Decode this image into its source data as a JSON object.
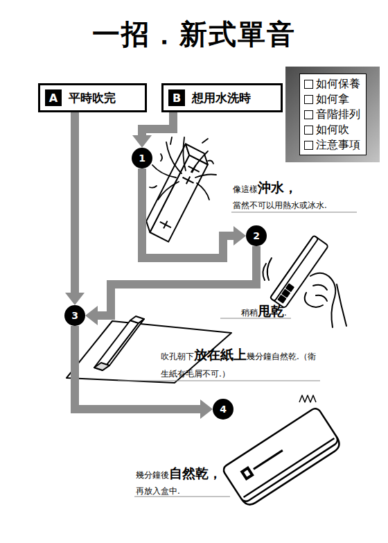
{
  "diagram": {
    "title": "一招．新式單音",
    "nodes": [
      {
        "text": [
          "A",
          "平時吹完"
        ]
      },
      {
        "text": [
          "B",
          "想用水洗時"
        ]
      },
      {
        "text": [
          "如何保養",
          "如何拿",
          "音階排列",
          "如何吹",
          "注意事項"
        ]
      },
      {
        "text": [
          "1"
        ]
      },
      {
        "text": [
          "2"
        ]
      },
      {
        "text": [
          "3"
        ]
      },
      {
        "text": [
          "4"
        ]
      }
    ],
    "edges": [
      {
        "from": 0,
        "to": 5,
        "arrow": "to"
      },
      {
        "from": 1,
        "to": 3,
        "arrow": "to"
      },
      {
        "from": 3,
        "to": 4,
        "arrow": "to"
      },
      {
        "from": 4,
        "to": 5,
        "arrow": "to"
      },
      {
        "from": 5,
        "to": 6,
        "arrow": "to"
      }
    ],
    "labels": [
      "像這樣",
      "沖水，",
      "當然不可以用熱水或冰水.",
      "稍稍",
      "甩乾",
      ".",
      "吹孔朝下",
      "放在紙上",
      "幾分鐘自然乾.（衛生紙有毛屑不可.）",
      "幾分鐘後",
      "自然乾，",
      "再放入盒中."
    ]
  }
}
